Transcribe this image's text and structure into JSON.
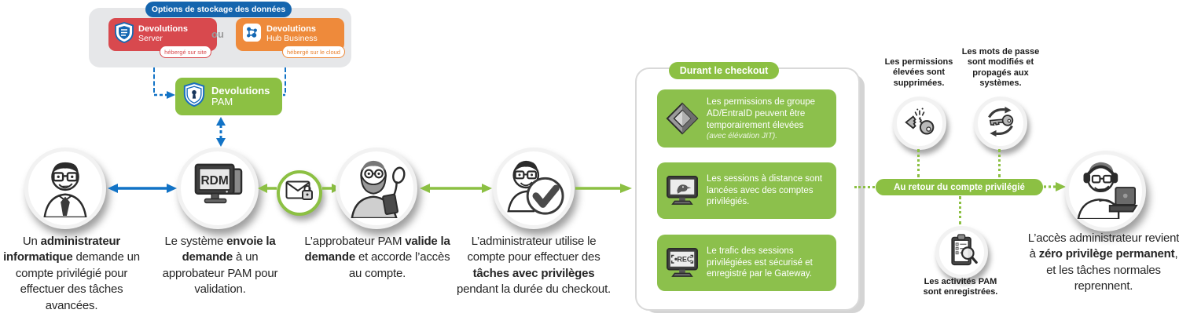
{
  "storage": {
    "title": "Options de stockage des données",
    "or_label": "ou",
    "server": {
      "brand": "Devolutions",
      "product": "Server",
      "badge": "hébergé sur site"
    },
    "hub": {
      "brand": "Devolutions",
      "product": "Hub Business",
      "badge": "hébergé sur le cloud"
    }
  },
  "pam": {
    "brand": "Devolutions",
    "product": "PAM"
  },
  "rdm_label": "RDM",
  "rec_label": "REC",
  "captions": [
    {
      "segments": [
        {
          "t": "Un ",
          "b": false
        },
        {
          "t": "administrateur informatique",
          "b": true
        },
        {
          "t": " demande un compte privilégié pour effectuer des tâches avancées.",
          "b": false
        }
      ]
    },
    {
      "segments": [
        {
          "t": "Le système ",
          "b": false
        },
        {
          "t": "envoie la demande",
          "b": true
        },
        {
          "t": " à un approbateur PAM pour validation.",
          "b": false
        }
      ]
    },
    {
      "segments": [
        {
          "t": "L’approbateur PAM ",
          "b": false
        },
        {
          "t": "valide la demande",
          "b": true
        },
        {
          "t": " et accorde l’accès au compte.",
          "b": false
        }
      ]
    },
    {
      "segments": [
        {
          "t": "L’administrateur utilise le compte pour effectuer des ",
          "b": false
        },
        {
          "t": "tâches avec privilèges",
          "b": true
        },
        {
          "t": " pendant la durée du checkout.",
          "b": false
        }
      ]
    },
    {
      "segments": [
        {
          "t": "L’accès administrateur revient à ",
          "b": false
        },
        {
          "t": "zéro privilège permanent",
          "b": true
        },
        {
          "t": ", et les tâches normales reprennent.",
          "b": false
        }
      ]
    }
  ],
  "checkout": {
    "title": "Durant le checkout",
    "items": [
      {
        "icon": "ad-diamond-icon",
        "text": "Les permissions de groupe AD/EntraID peuvent être temporairement élevées",
        "note": "(avec élévation JIT)."
      },
      {
        "icon": "remote-session-monitor-icon",
        "text": "Les sessions à distance sont lancées avec des comptes privilégiés.",
        "note": ""
      },
      {
        "icon": "recording-monitor-icon",
        "text": "Le trafic des sessions privilégiées est sécurisé et enregistré par le Gateway.",
        "note": ""
      }
    ]
  },
  "return_flow": {
    "banner": "Au retour du compte privilégié",
    "permissions_label": "Les permissions élevées sont supprimées.",
    "passwords_label": "Les mots de passe sont modifiés et propagés aux systèmes.",
    "activities_label": "Les activités PAM sont enregistrées."
  },
  "colors": {
    "green": "#8CC043",
    "blue": "#1273C6",
    "blue_dark": "#1565AE",
    "red": "#D8494E",
    "orange": "#EE8A3B",
    "text": "#262626"
  }
}
